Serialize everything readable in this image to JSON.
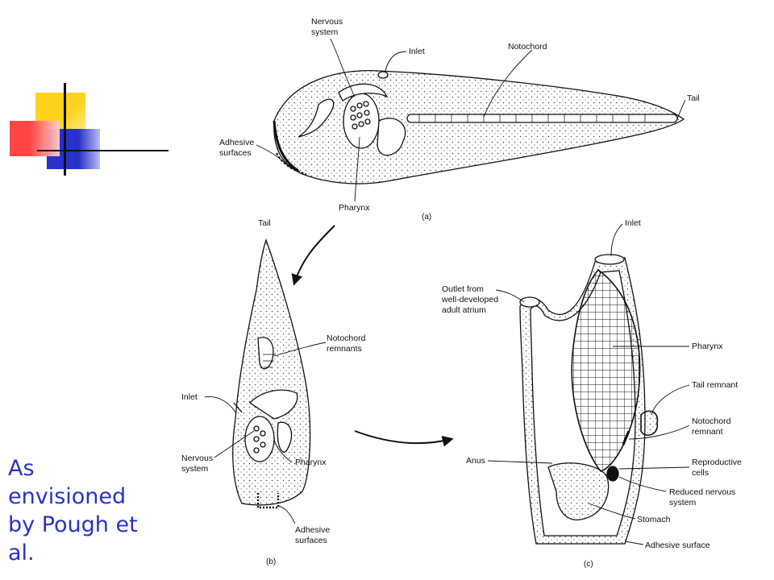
{
  "figure": {
    "panel_a": {
      "tag": "(a)",
      "labels": {
        "nervous_system": [
          "Nervous",
          "system"
        ],
        "inlet": "Inlet",
        "notochord": "Notochord",
        "tail": "Tail",
        "adhesive_surfaces": [
          "Adhesive",
          "surfaces"
        ],
        "pharynx": "Pharynx"
      }
    },
    "panel_b": {
      "tag": "(b)",
      "labels": {
        "tail": "Tail",
        "notochord_remnants": [
          "Notochord",
          "remnants"
        ],
        "inlet": "Inlet",
        "nervous_system": [
          "Nervous",
          "system"
        ],
        "pharynx": "Pharynx",
        "adhesive_surfaces": [
          "Adhesive",
          "surfaces"
        ]
      }
    },
    "panel_c": {
      "tag": "(c)",
      "labels": {
        "inlet": "Inlet",
        "outlet": [
          "Outlet from",
          "well-developed",
          "adult atrium"
        ],
        "pharynx": "Pharynx",
        "tail_remnant": "Tail remnant",
        "notochord_remnant": [
          "Notochord",
          "remnant"
        ],
        "anus": "Anus",
        "reproductive_cells": [
          "Reproductive",
          "cells"
        ],
        "reduced_nervous_system": [
          "Reduced nervous",
          "system"
        ],
        "stomach": "Stomach",
        "adhesive_surface": "Adhesive surface"
      }
    }
  },
  "caption": [
    "As",
    "envisioned",
    "by Pough et",
    "al."
  ],
  "colors": {
    "caption": "#2a33c8",
    "deco_yellow": "#ffd21f",
    "deco_blue": "#2632c8",
    "deco_red": "#ff3b3b"
  }
}
